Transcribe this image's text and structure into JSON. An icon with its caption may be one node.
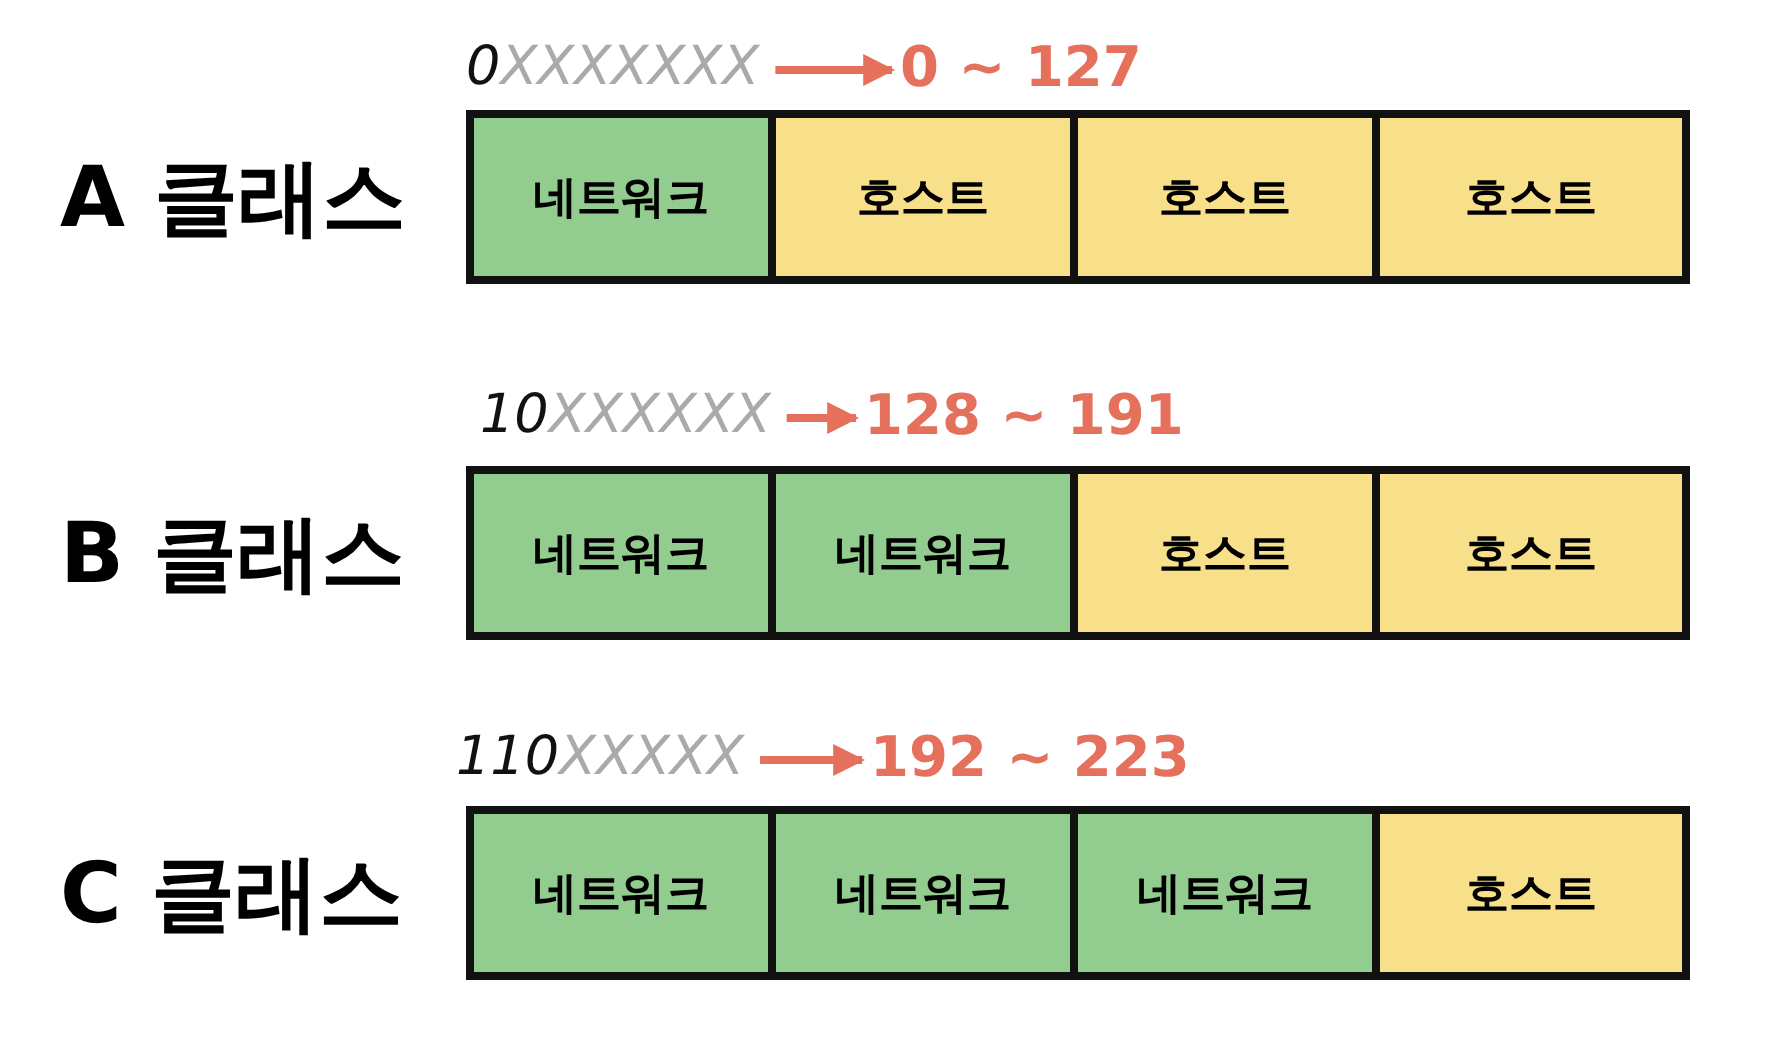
{
  "diagram": {
    "nodes": [
      {
        "text": [
          "0",
          "XXXXXXX"
        ]
      },
      {
        "text": [
          "0 ~ 127"
        ]
      },
      {
        "text": [
          "A 클래스"
        ]
      },
      {
        "text": [
          "네트워크"
        ],
        "in": 2
      },
      {
        "text": [
          "호스트"
        ],
        "in": 2
      },
      {
        "text": [
          "호스트"
        ],
        "in": 2
      },
      {
        "text": [
          "호스트"
        ],
        "in": 2
      },
      {
        "text": [
          "10",
          "XXXXXX"
        ]
      },
      {
        "text": [
          "128 ~ 191"
        ]
      },
      {
        "text": [
          "B 클래스"
        ]
      },
      {
        "text": [
          "네트워크"
        ],
        "in": 9
      },
      {
        "text": [
          "네트워크"
        ],
        "in": 9
      },
      {
        "text": [
          "호스트"
        ],
        "in": 9
      },
      {
        "text": [
          "호스트"
        ],
        "in": 9
      },
      {
        "text": [
          "110",
          "XXXXX"
        ]
      },
      {
        "text": [
          "192 ~ 223"
        ]
      },
      {
        "text": [
          "C 클래스"
        ]
      },
      {
        "text": [
          "네트워크"
        ],
        "in": 16
      },
      {
        "text": [
          "네트워크"
        ],
        "in": 16
      },
      {
        "text": [
          "네트워크"
        ],
        "in": 16
      },
      {
        "text": [
          "호스트"
        ],
        "in": 16
      }
    ],
    "edges": [
      {
        "from": 0,
        "to": 1,
        "arrow": "to"
      },
      {
        "from": 7,
        "to": 8,
        "arrow": "to"
      },
      {
        "from": 14,
        "to": 15,
        "arrow": "to"
      }
    ]
  }
}
